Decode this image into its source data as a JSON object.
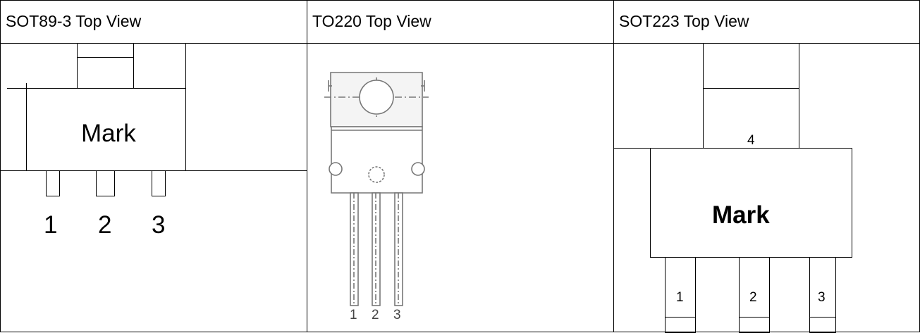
{
  "headers": {
    "sot89": "SOT89-3 Top View",
    "to220": "TO220 Top View",
    "sot223": "SOT223 Top View"
  },
  "sot89": {
    "mark": "Mark",
    "pins": [
      "1",
      "2",
      "3"
    ]
  },
  "to220": {
    "pins": [
      "1",
      "2",
      "3"
    ]
  },
  "sot223": {
    "tab_label": "4",
    "mark": "Mark",
    "pins": [
      "1",
      "2",
      "3"
    ]
  }
}
